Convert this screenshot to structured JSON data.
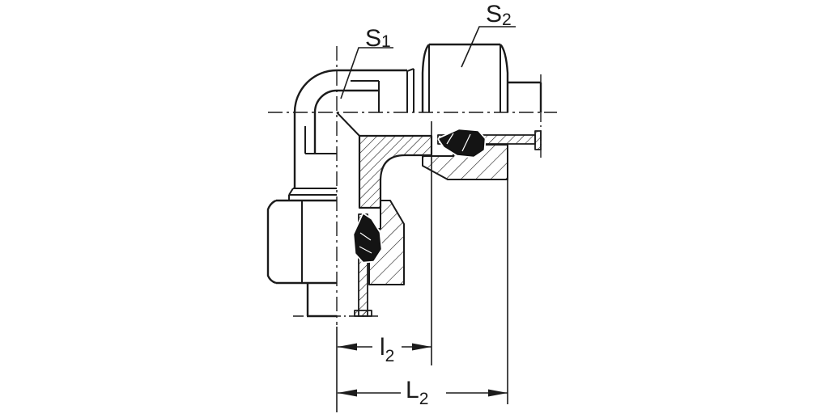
{
  "diagram": {
    "title": "90-degree elbow compression fitting, half-section drawing",
    "labels": {
      "s1": {
        "main": "S",
        "sub": "1"
      },
      "s2": {
        "main": "S",
        "sub": "2"
      },
      "dim_inner": {
        "main": "l",
        "sub": "2"
      },
      "dim_overall": {
        "main": "L",
        "sub": "2"
      }
    },
    "colors": {
      "line": "#1b1b1b",
      "background": "#ffffff",
      "ring": "#141414"
    }
  }
}
